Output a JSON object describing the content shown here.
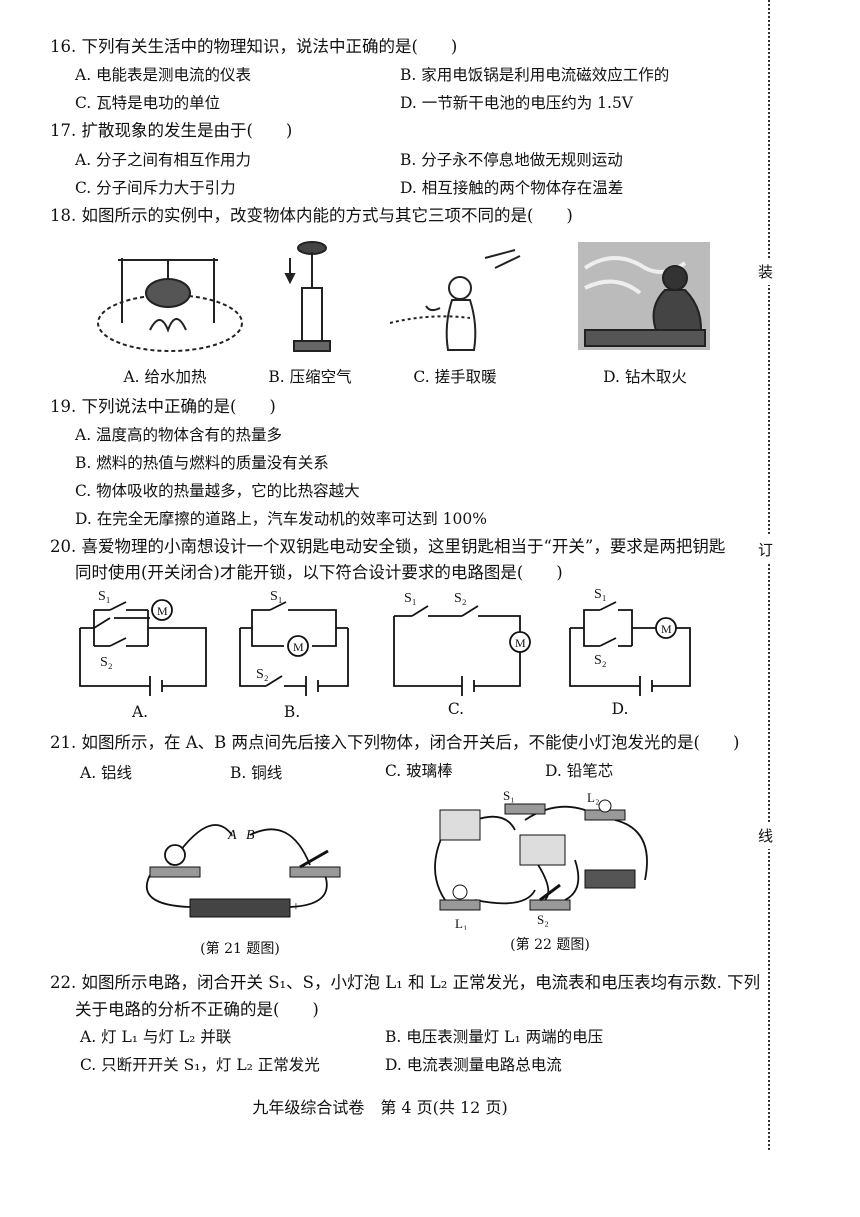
{
  "q16": {
    "stem": "16. 下列有关生活中的物理知识，说法中正确的是(　　)",
    "A": "A. 电能表是测电流的仪表",
    "B": "B. 家用电饭锅是利用电流磁效应工作的",
    "C": "C. 瓦特是电功的单位",
    "D": "D. 一节新干电池的电压约为 1.5V"
  },
  "q17": {
    "stem": "17. 扩散现象的发生是由于(　　)",
    "A": "A. 分子之间有相互作用力",
    "B": "B. 分子永不停息地做无规则运动",
    "C": "C. 分子间斥力大于引力",
    "D": "D. 相互接触的两个物体存在温差"
  },
  "q18": {
    "stem": "18. 如图所示的实例中，改变物体内能的方式与其它三项不同的是(　　)",
    "A": "A.  给水加热",
    "B": "B.  压缩空气",
    "C": "C.  搓手取暖",
    "D": "D.  钻木取火"
  },
  "q19": {
    "stem": "19. 下列说法中正确的是(　　)",
    "A": "A. 温度高的物体含有的热量多",
    "B": "B. 燃料的热值与燃料的质量没有关系",
    "C": "C. 物体吸收的热量越多，它的比热容越大",
    "D": "D. 在完全无摩擦的道路上，汽车发动机的效率可达到 100%"
  },
  "q20": {
    "stem1": "20. 喜爱物理的小南想设计一个双钥匙电动安全锁，这里钥匙相当于“开关”，要求是两把钥匙",
    "stem2": "同时使用(开关闭合)才能开锁，以下符合设计要求的电路图是(　　)",
    "A": "A.",
    "B": "B.",
    "C": "C.",
    "D": "D.",
    "s1": "S₁",
    "s2": "S₂",
    "m": "M"
  },
  "q21": {
    "stem": "21. 如图所示，在 A、B 两点间先后接入下列物体，闭合开关后，不能使小灯泡发光的是(　　)",
    "A": "A. 铝线",
    "B": "B. 铜线",
    "C": "C. 玻璃棒",
    "D": "D. 铅笔芯",
    "fig_caption": "(第 21 题图)",
    "label_a": "A",
    "label_b": "B",
    "minus": "−",
    "plus": "+"
  },
  "q22": {
    "stem1": "22. 如图所示电路，闭合开关 S₁、S，小灯泡 L₁ 和 L₂ 正常发光，电流表和电压表均有示数. 下列",
    "stem2": "关于电路的分析不正确的是(　　)",
    "A": "A. 灯 L₁ 与灯 L₂ 并联",
    "B": "B. 电压表测量灯 L₁ 两端的电压",
    "C": "C. 只断开开关 S₁，灯 L₂ 正常发光",
    "D": "D. 电流表测量电路总电流",
    "fig_caption": "(第 22 题图)",
    "s1": "S₁",
    "s2": "S₂",
    "l1": "L₁",
    "l2": "L₂"
  },
  "margin": {
    "zhuang": "装",
    "ding": "订",
    "xian": "线"
  },
  "footer": "九年级综合试卷　第 4 页(共 12 页)"
}
